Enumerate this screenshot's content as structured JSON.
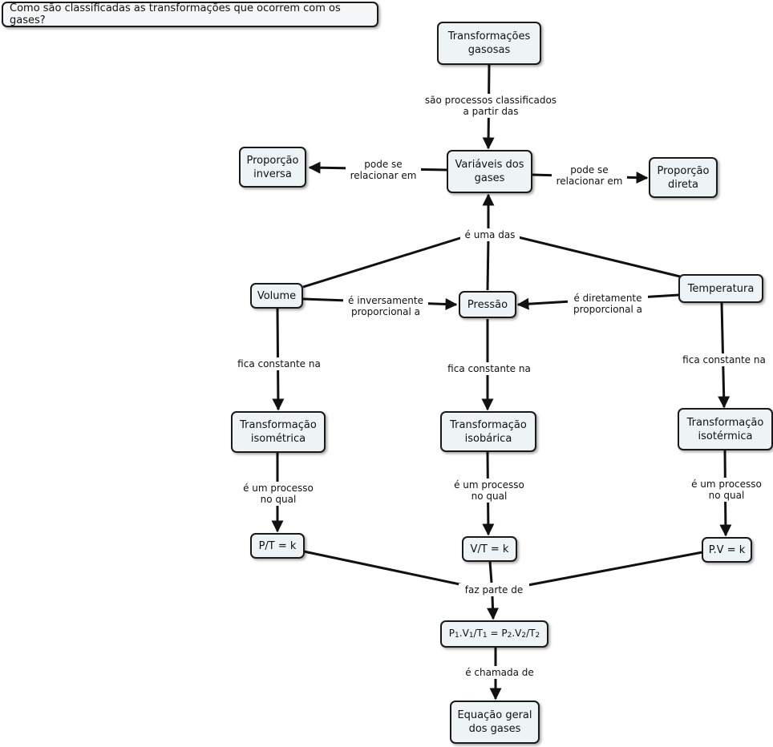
{
  "question": "Como são classificadas as transformações que ocorrem com os gases?",
  "nodes": {
    "transformacoes_gasosas": "Transformações gasosas",
    "variaveis": "Variáveis dos gases",
    "proporcao_inversa": "Proporção inversa",
    "proporcao_direta": "Proporção direta",
    "volume": "Volume",
    "pressao": "Pressão",
    "temperatura": "Temperatura",
    "isometrica": "Transformação isométrica",
    "isobarica": "Transformação isobárica",
    "isotermica": "Transformação isotérmica",
    "pt_k": "P/T = k",
    "vt_k": "V/T = k",
    "pv_k": "P.V = k",
    "equacao_formula": {
      "p1": "P",
      "s1": "1",
      "v1": ".V",
      "s2": "1",
      "t1": "/T",
      "s3": "1",
      "eq": " = ",
      "p2": "P",
      "s4": "2",
      "v2": ".V",
      "s5": "2",
      "t2": "/T",
      "s6": "2"
    },
    "equacao_geral": "Equação geral dos gases"
  },
  "links": {
    "sao_processos": "são processos classificados\na partir das",
    "pode_se_inversa": "pode se\nrelacionar em",
    "pode_se_direta": "pode se\nrelacionar em",
    "e_uma_das": "é uma das",
    "inversamente": "é inversamente\nproporcional a",
    "diretamente": "é diretamente\nproporcional a",
    "fica_volume": "fica constante na",
    "fica_pressao": "fica constante na",
    "fica_temperatura": "fica constante na",
    "processo_1": "é um processo\nno qual",
    "processo_2": "é um processo\nno qual",
    "processo_3": "é um processo\nno qual",
    "faz_parte": "faz parte de",
    "chamada": "é chamada de"
  }
}
